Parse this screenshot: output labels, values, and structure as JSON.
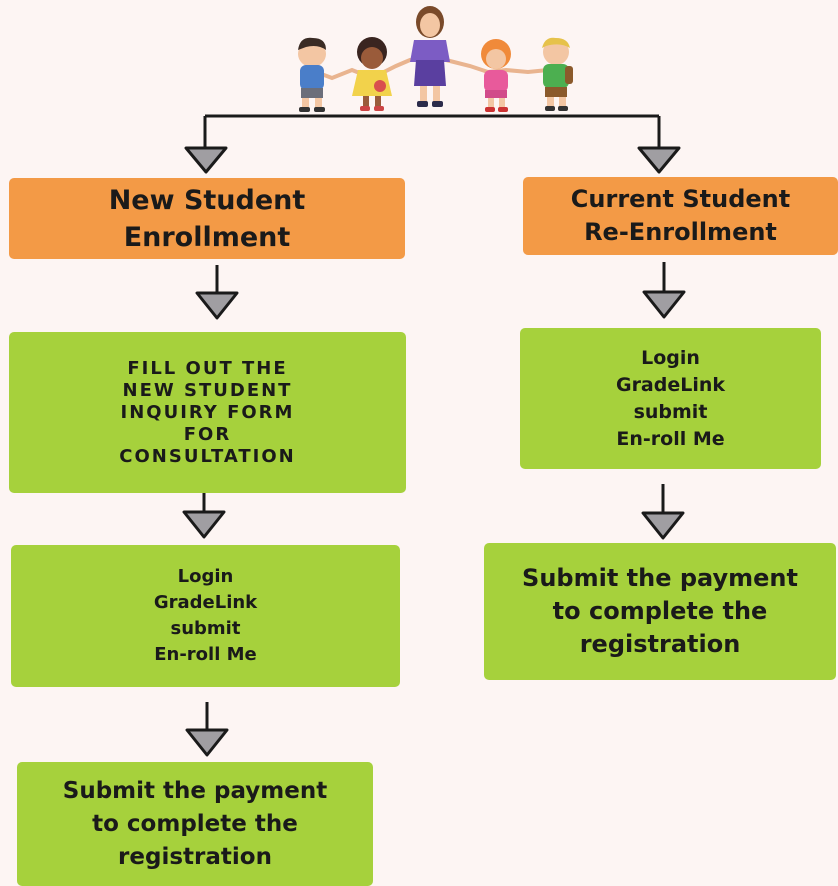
{
  "left_column": {
    "header": [
      "New Student",
      "Enrollment"
    ],
    "inquiry": [
      "FILL OUT THE",
      "NEW STUDENT",
      "INQUIRY FORM",
      "FOR",
      "CONSULTATION"
    ],
    "login": [
      "Login",
      "GradeLink",
      "submit",
      "En-roll Me"
    ],
    "payment": [
      "Submit the payment",
      "to complete the",
      "registration"
    ]
  },
  "right_column": {
    "header": [
      "Current Student",
      "Re-Enrollment"
    ],
    "login": [
      "Login",
      "GradeLink",
      "submit",
      "En-roll Me"
    ],
    "payment": [
      "Submit the payment",
      "to complete the",
      "registration"
    ]
  },
  "colors": {
    "background": "#fdf5f3",
    "header_box": "#f39a46",
    "step_box": "#a6d13c",
    "arrow_fill": "#a09ea2",
    "line": "#1a1a1a"
  },
  "illustration": {
    "icon": "teacher-with-children-icon"
  }
}
